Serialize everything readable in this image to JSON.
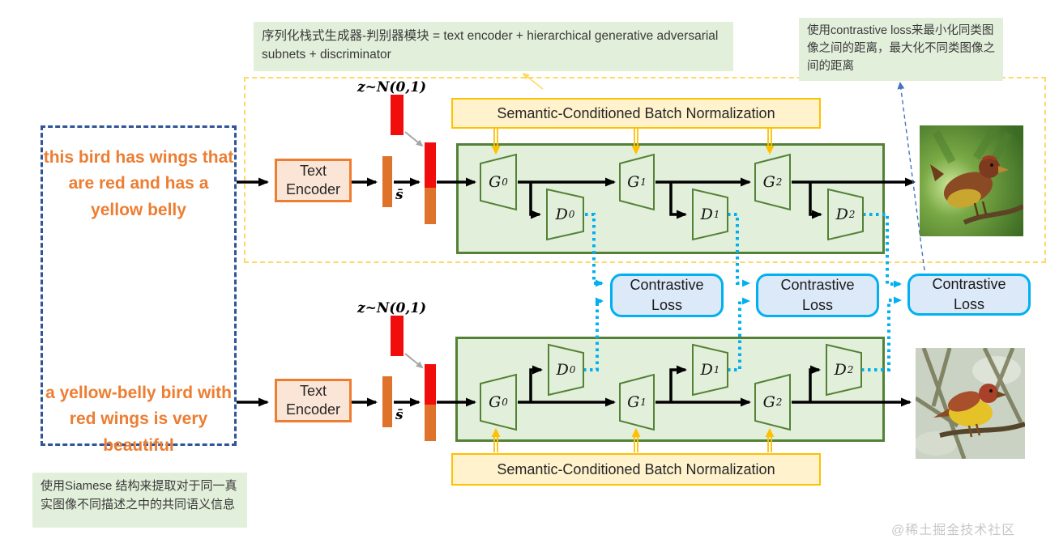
{
  "annotations": {
    "module_note": "序列化栈式生成器-判别器模块 = text encoder + hierarchical generative adversarial subnets + discriminator",
    "contrastive_note": "使用contrastive loss来最小化同类图像之间的距离，最大化不同类图像之间的距离",
    "siamese_note": "使用Siamese 结构来提取对于同一真实图像不同描述之中的共同语义信息"
  },
  "captions": {
    "top": "this bird has wings that are red and has a yellow belly",
    "bottom": "a yellow-belly bird with red wings is very beautiful"
  },
  "labels": {
    "noise": "z~N(0,1)",
    "text_encoder": "Text Encoder",
    "sentence_embedding": "s̄",
    "scbn": "Semantic-Conditioned Batch Normalization",
    "contrastive_loss": "Contrastive Loss"
  },
  "blocks": {
    "generators": [
      {
        "letter": "G",
        "sub": "0"
      },
      {
        "letter": "G",
        "sub": "1"
      },
      {
        "letter": "G",
        "sub": "2"
      }
    ],
    "discriminators": [
      {
        "letter": "D",
        "sub": "0"
      },
      {
        "letter": "D",
        "sub": "1"
      },
      {
        "letter": "D",
        "sub": "2"
      }
    ]
  },
  "watermark": "@稀土掘金技术社区",
  "colors": {
    "caption_orange": "#ED7D31",
    "bar_red": "#F20D0D",
    "bar_orange": "#E0732C",
    "panel_green_fill": "#E2EFDA",
    "panel_green_border": "#538135",
    "scbn_fill": "#FFF2CC",
    "scbn_border": "#FFC000",
    "outer_dashed_gold": "#FFD966",
    "caption_box_dashed_navy": "#2F5597",
    "loss_fill": "#DCE9F8",
    "loss_border": "#00B0F0",
    "note_green": "#E2EFDA"
  }
}
